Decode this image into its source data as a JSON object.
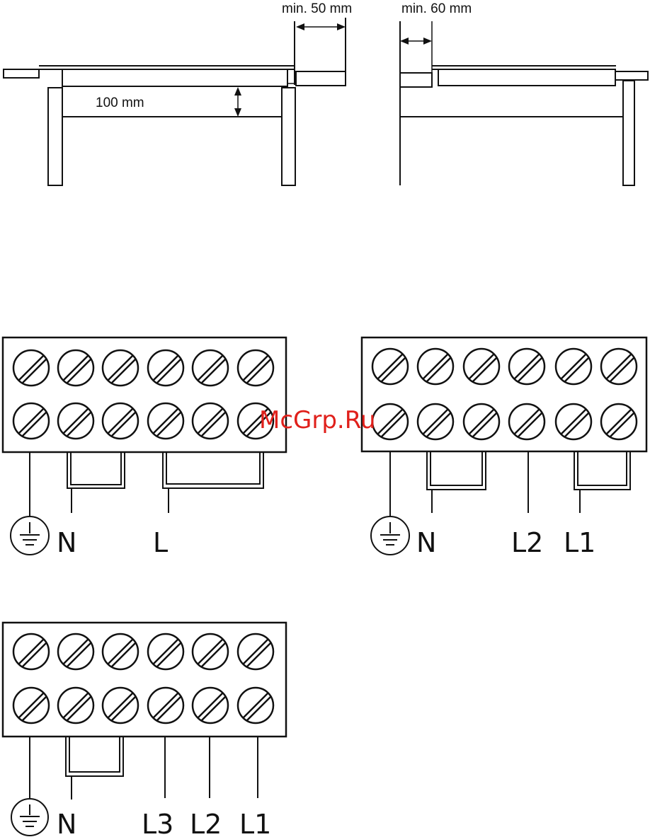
{
  "installation": {
    "dim_left": "min. 50 mm",
    "dim_right": "min. 60 mm",
    "dim_gap": "100 mm"
  },
  "watermark": "McGrp.Ru",
  "terminal_blocks": [
    {
      "id": "single-phase",
      "labels": [
        "N",
        "L"
      ]
    },
    {
      "id": "two-phase",
      "labels": [
        "N",
        "L2",
        "L1"
      ]
    },
    {
      "id": "three-phase",
      "labels": [
        "N",
        "L3",
        "L2",
        "L1"
      ]
    }
  ]
}
